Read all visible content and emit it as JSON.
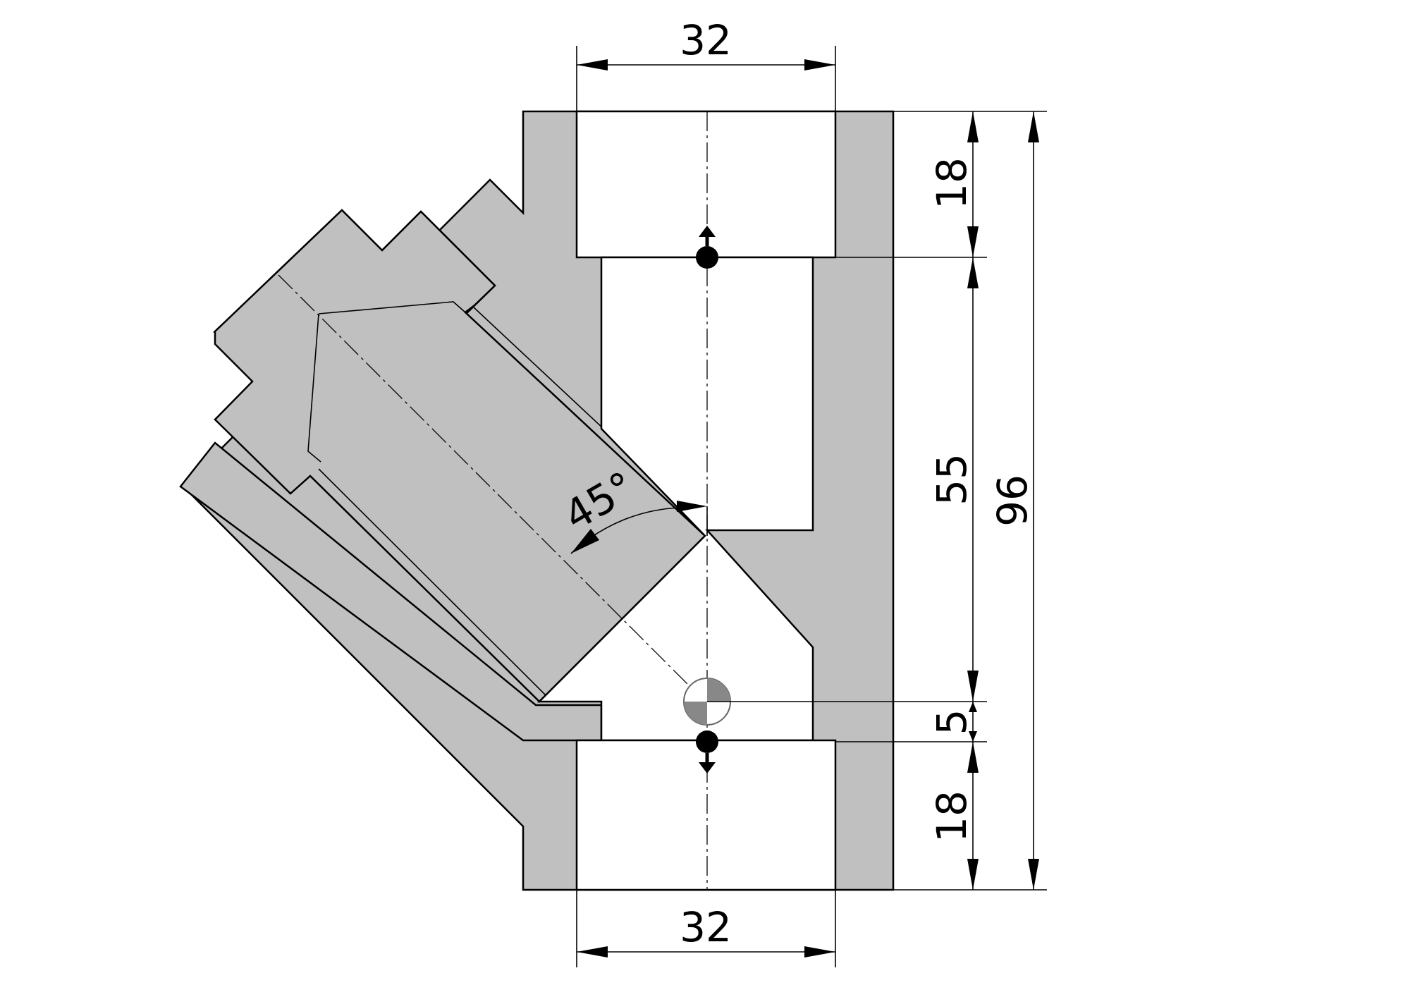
{
  "dimensions": {
    "top_width": "32",
    "bottom_width": "32",
    "top_socket_depth": "18",
    "body_height": "55",
    "offset": "5",
    "bottom_socket_depth": "18",
    "overall_height": "96",
    "angle": "45°"
  },
  "colors": {
    "body_fill": "#c0c0c0",
    "outline": "#000000",
    "bore": "#ffffff"
  }
}
